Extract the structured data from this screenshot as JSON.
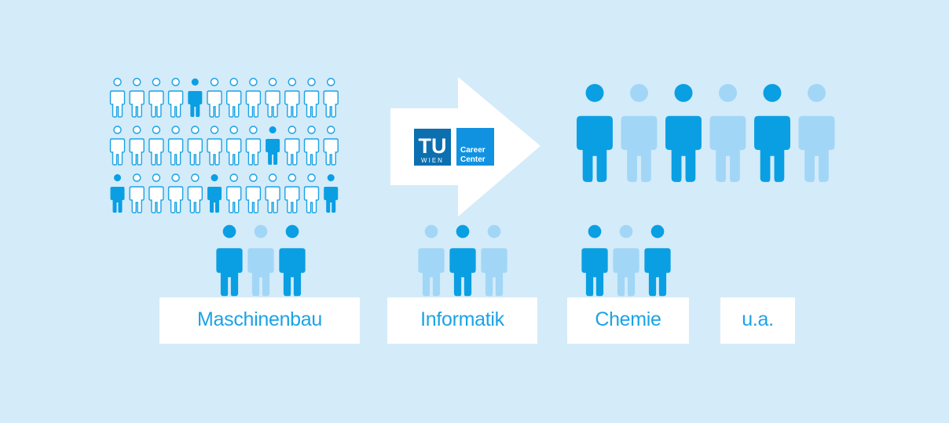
{
  "colors": {
    "background": "#d4ebf9",
    "dark_blue": "#0a9fe3",
    "light_blue": "#a2d6f6",
    "outline_blue": "#1aa3e6",
    "logo_navy": "#0b6fb0",
    "logo_blue": "#1192e0",
    "white": "#ffffff"
  },
  "crowd": {
    "rows": 3,
    "columns": 12,
    "highlighted": [
      [
        0,
        4
      ],
      [
        1,
        8
      ],
      [
        2,
        0
      ],
      [
        2,
        5
      ],
      [
        2,
        11
      ]
    ]
  },
  "selected_people": [
    "dark",
    "light",
    "dark",
    "light",
    "dark",
    "light"
  ],
  "groups": [
    {
      "label": "Maschinenbau",
      "people": [
        "dark",
        "light",
        "dark"
      ]
    },
    {
      "label": "Informatik",
      "people": [
        "light",
        "dark",
        "light"
      ]
    },
    {
      "label": "Chemie",
      "people": [
        "dark",
        "light",
        "dark"
      ]
    },
    {
      "label": "u.a.",
      "people": []
    }
  ],
  "logo": {
    "tu": "TU",
    "wien": "WIEN",
    "career_line1": "Career",
    "career_line2": "Center"
  },
  "icons": [
    "person-outline-icon",
    "person-icon",
    "arrow-right-icon",
    "tu-wien-career-center-logo"
  ]
}
